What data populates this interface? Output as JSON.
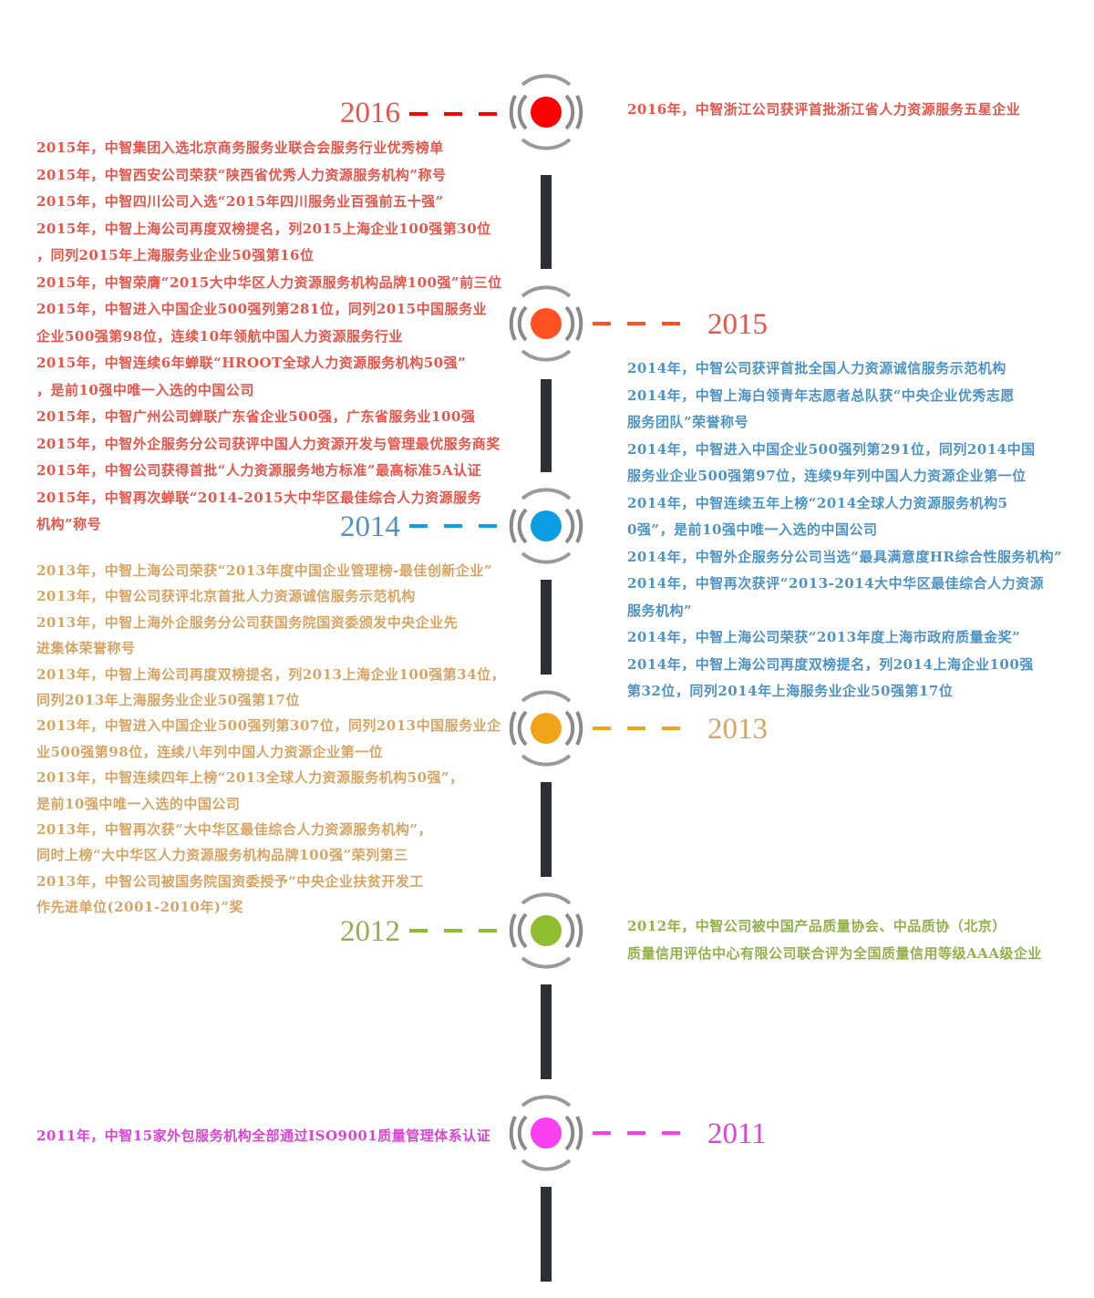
{
  "colors": {
    "y2016": "#e8554a",
    "y2015": "#e8554a",
    "y2014": "#4d93c6",
    "y2013": "#d7a463",
    "y2012": "#93b04a",
    "y2011": "#dc44d6",
    "dot2016": "#ff0000",
    "dot2015": "#ff5122",
    "dot2014": "#0d9de3",
    "dot2013": "#f2a418",
    "dot2012": "#8fbd2f",
    "dot2011": "#fb3ef0",
    "spine": "#2d2f33",
    "ring": "#8a8a8a"
  },
  "years": {
    "y2016": "2016",
    "y2015": "2015",
    "y2014": "2014",
    "y2013": "2013",
    "y2012": "2012",
    "y2011": "2011"
  },
  "events2016": [
    "2016年，中智浙江公司获评首批浙江省人力资源服务五星企业"
  ],
  "events2015": [
    "2015年，中智集团入选北京商务服务业联合会服务行业优秀榜单",
    "2015年，中智西安公司荣获“陕西省优秀人力资源服务机构”称号",
    "2015年，中智四川公司入选“2015年四川服务业百强前五十强”",
    "2015年，中智上海公司再度双榜提名，列2015上海企业100强第30位",
    "，同列2015年上海服务业企业50强第16位",
    "2015年，中智荣膺“2015大中华区人力资源服务机构品牌100强”前三位",
    "2015年，中智进入中国企业500强列第281位，同列2015中国服务业",
    "企业500强第98位，连续10年领航中国人力资源服务行业",
    "2015年，中智连续6年蝉联“HROOT全球人力资源服务机构50强”",
    "，是前10强中唯一入选的中国公司",
    "2015年，中智广州公司蝉联广东省企业500强，广东省服务业100强",
    "2015年，中智外企服务分公司获评中国人力资源开发与管理最优服务商奖",
    "2015年，中智公司获得首批“人力资源服务地方标准”最高标准5A认证",
    "2015年，中智再次蝉联“2014-2015大中华区最佳综合人力资源服务",
    "机构”称号"
  ],
  "events2014": [
    "2014年，中智公司获评首批全国人力资源诚信服务示范机构",
    "2014年，中智上海白领青年志愿者总队获“中央企业优秀志愿",
    "服务团队”荣誉称号",
    "2014年，中智进入中国企业500强列第291位，同列2014中国",
    "服务业企业500强第97位，连续9年列中国人力资源企业第一位",
    "2014年，中智连续五年上榜“2014全球人力资源服务机构5",
    "0强”，是前10强中唯一入选的中国公司",
    "2014年，中智外企服务分公司当选“最具满意度HR综合性服务机构”",
    "2014年，中智再次获评“2013-2014大中华区最佳综合人力资源",
    "服务机构”",
    "2014年，中智上海公司荣获“2013年度上海市政府质量金奖”",
    "2014年，中智上海公司再度双榜提名，列2014上海企业100强",
    "第32位，同列2014年上海服务业企业50强第17位"
  ],
  "events2013": [
    "2013年，中智上海公司荣获“2013年度中国企业管理榜-最佳创新企业”",
    "2013年，中智公司获评北京首批人力资源诚信服务示范机构",
    "2013年，中智上海外企服务分公司获国务院国资委颁发中央企业先",
    "进集体荣誉称号",
    "2013年，中智上海公司再度双榜提名，列2013上海企业100强第34位，",
    "同列2013年上海服务业企业50强第17位",
    "2013年，中智进入中国企业500强列第307位，同列2013中国服务业企",
    "业500强第98位，连续八年列中国人力资源企业第一位",
    "2013年，中智连续四年上榜“2013全球人力资源服务机构50强”，",
    "是前10强中唯一入选的中国公司",
    "2013年，中智再次获“大中华区最佳综合人力资源服务机构”，",
    "同时上榜“大中华区人力资源服务机构品牌100强”荣列第三",
    "2013年，中智公司被国务院国资委授予“中央企业扶贫开发工",
    "作先进单位(2001-2010年)”奖"
  ],
  "events2012": [
    "2012年，中智公司被中国产品质量协会、中品质协（北京）",
    "质量信用评估中心有限公司联合评为全国质量信用等级AAA级企业"
  ],
  "events2011": [
    "2011年，中智15家外包服务机构全部通过ISO9001质量管理体系认证"
  ]
}
